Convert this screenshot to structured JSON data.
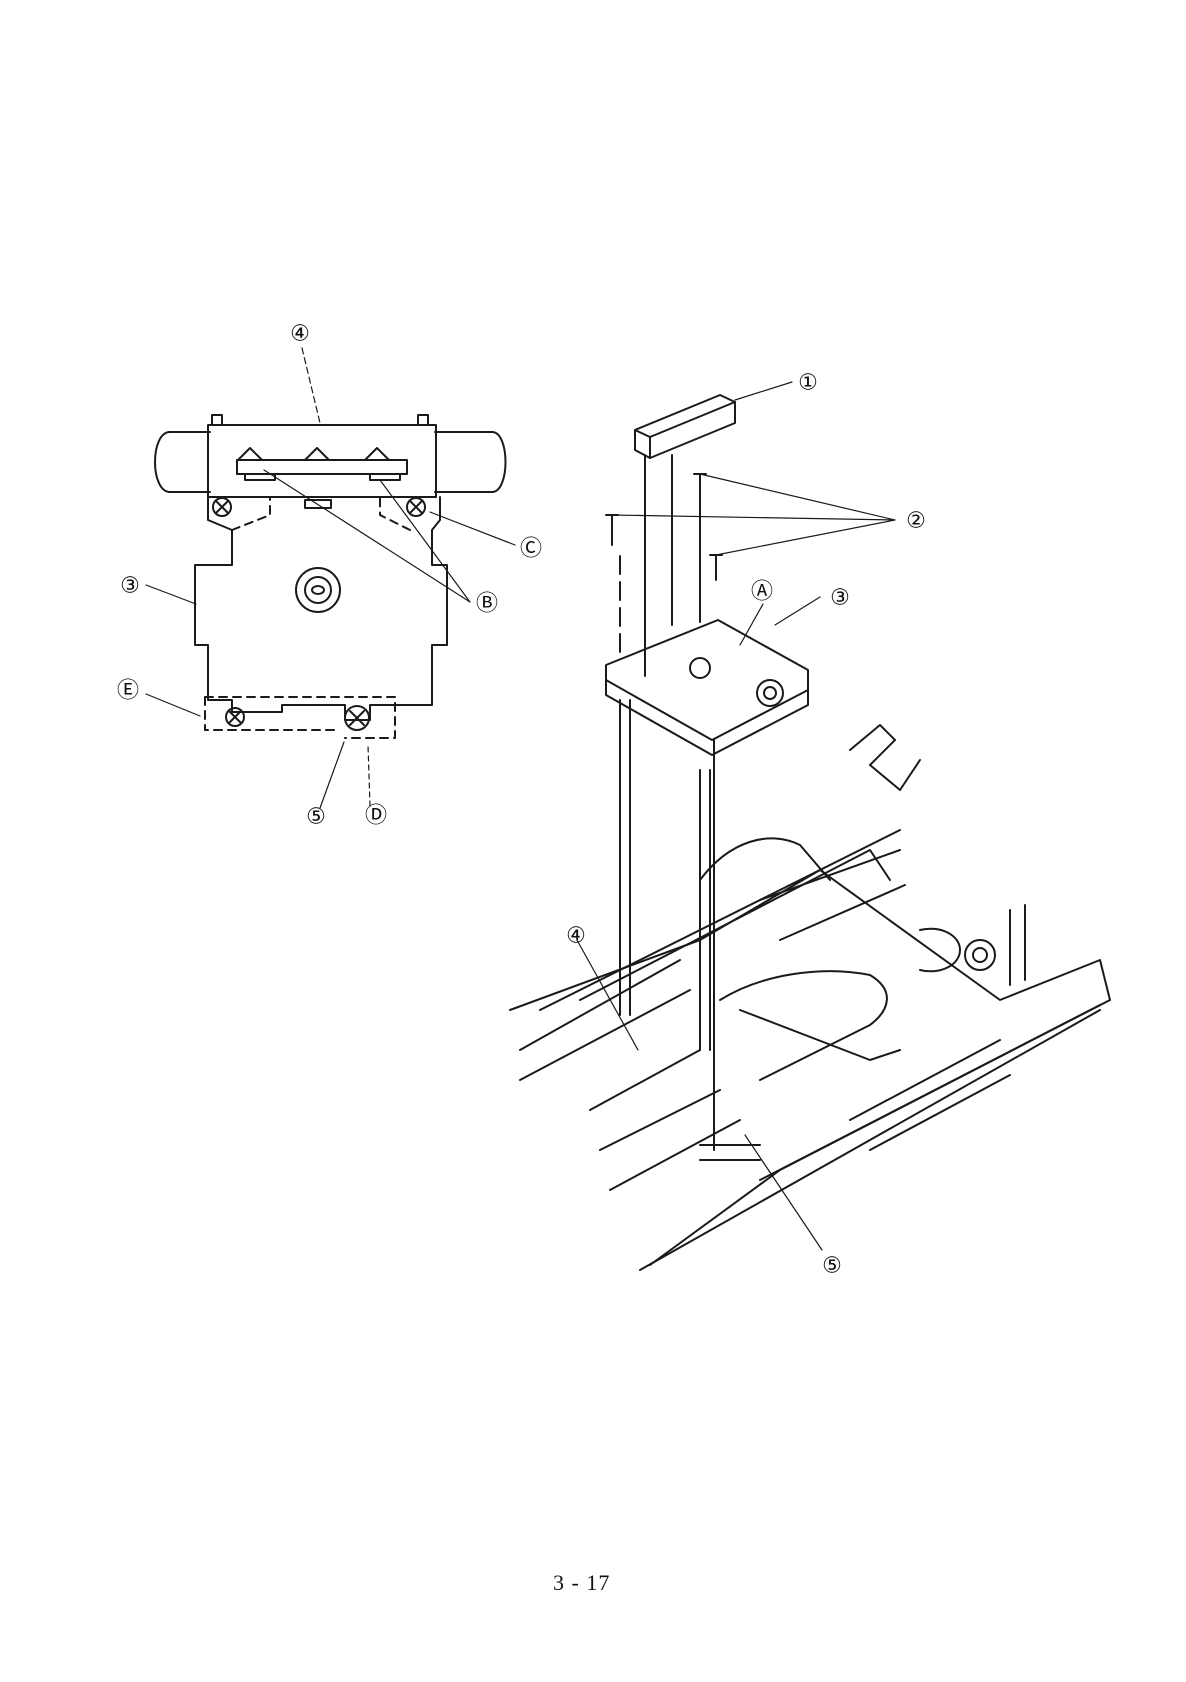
{
  "page_number": "3 - 17",
  "detail_view": {
    "callouts": [
      "④",
      "Ⓒ",
      "③",
      "Ⓑ",
      "Ⓔ",
      "⑤",
      "Ⓓ"
    ]
  },
  "exploded_view": {
    "callouts": [
      "①",
      "②",
      "Ⓐ",
      "③",
      "④",
      "⑤"
    ]
  },
  "colors": {
    "ink": "#1a1a1a",
    "paper": "#ffffff"
  }
}
